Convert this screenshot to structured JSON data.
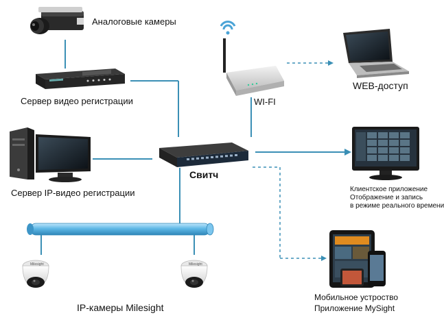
{
  "nodes": {
    "analog_cameras": "Аналоговые камеры",
    "dvr": "Сервер видео регистрации",
    "nvr": "Сервер IP-видео регистрации",
    "switch": "Свитч",
    "wifi": "WI-FI",
    "web_access": "WEB-доступ",
    "client_app": [
      "Клиентское приложение",
      "Отображение и запись",
      "в режиме реального времени"
    ],
    "mobile": [
      "Мобильное устроство",
      "Приложение MySight"
    ],
    "ip_cameras": "IP-камеры Milesight"
  },
  "brand": {
    "camera_logo": "Milesight"
  },
  "colors": {
    "line": "#3a8fb5",
    "pipe": "#5fb8e6",
    "pipe_dark": "#2f86b8"
  }
}
